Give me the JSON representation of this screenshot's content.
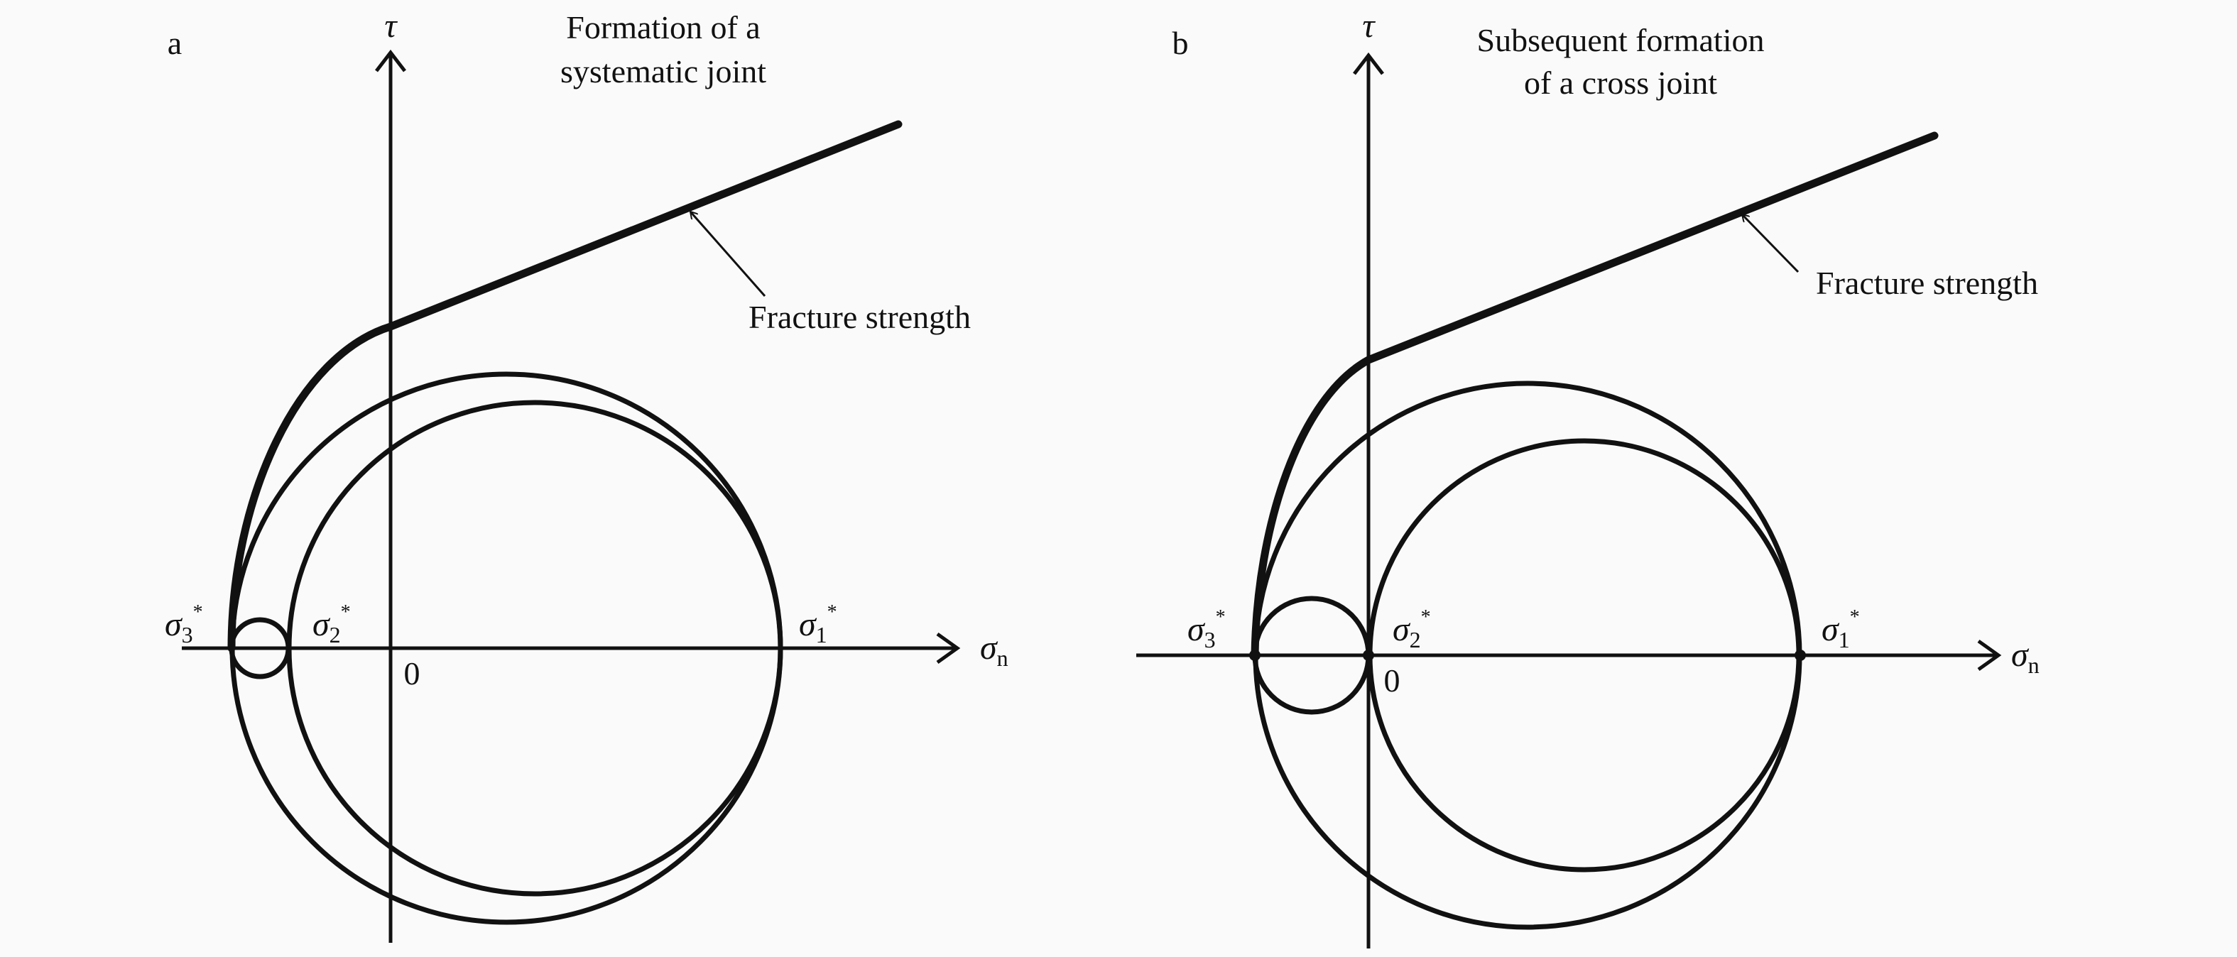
{
  "panel_a": {
    "label": "a",
    "title_lines": [
      "Formation of a",
      "systematic joint"
    ],
    "envelope_label": "Fracture strength",
    "tau": "τ",
    "sigma_n": {
      "symbol": "σ",
      "sub": "n"
    },
    "origin": "0",
    "sigma3": {
      "symbol": "σ",
      "sub": "3",
      "sup": "*"
    },
    "sigma2": {
      "symbol": "σ",
      "sub": "2",
      "sup": "*"
    },
    "sigma1": {
      "symbol": "σ",
      "sub": "1",
      "sup": "*"
    }
  },
  "panel_b": {
    "label": "b",
    "title_lines": [
      "Subsequent formation",
      "of a cross joint"
    ],
    "envelope_label": "Fracture strength",
    "tau": "τ",
    "sigma_n": {
      "symbol": "σ",
      "sub": "n"
    },
    "origin": "0",
    "sigma3": {
      "symbol": "σ",
      "sub": "3",
      "sup": "*"
    },
    "sigma2": {
      "symbol": "σ",
      "sub": "2",
      "sup": "*"
    },
    "sigma1": {
      "symbol": "σ",
      "sub": "1",
      "sup": "*"
    }
  }
}
